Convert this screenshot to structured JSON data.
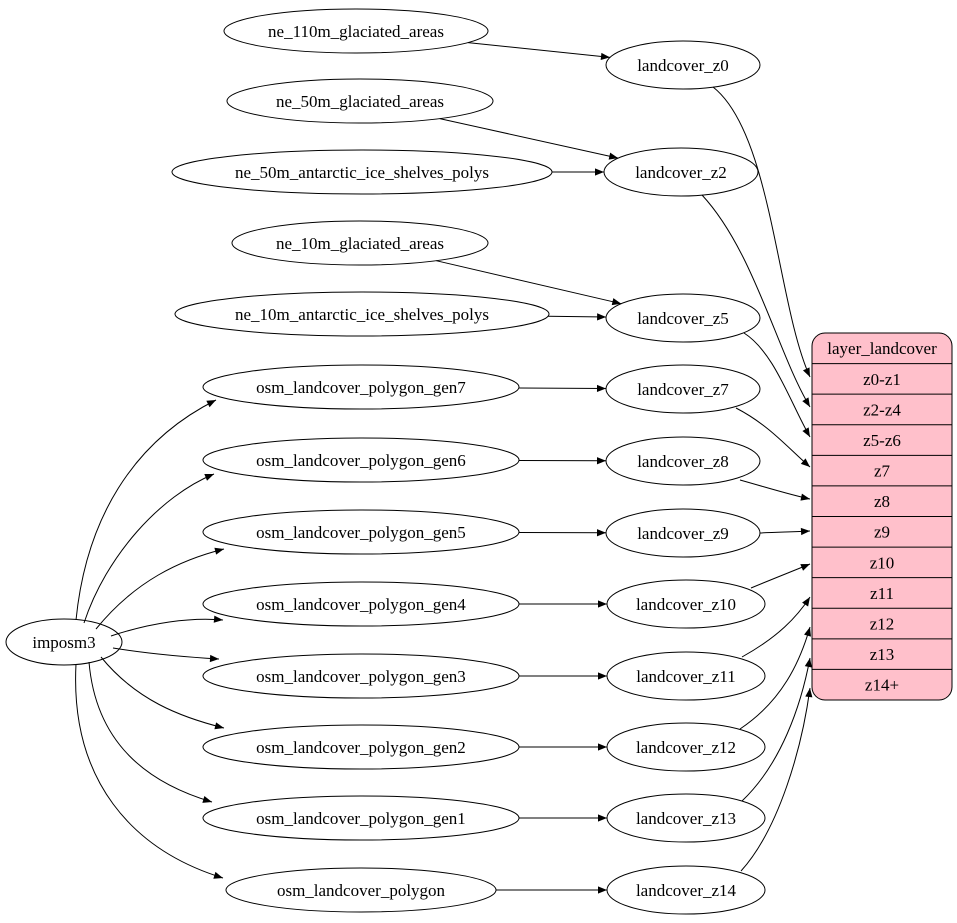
{
  "diagram": {
    "type": "graphviz-digraph",
    "background": "#ffffff",
    "colors": {
      "node_fill": "#ffffff",
      "node_stroke": "#000000",
      "edge": "#000000",
      "table_fill": "#ffc0cb",
      "text": "#000000"
    },
    "nodes": [
      {
        "id": "imposm3",
        "label": "imposm3"
      },
      {
        "id": "ne_110m_glaciated_areas",
        "label": "ne_110m_glaciated_areas"
      },
      {
        "id": "ne_50m_glaciated_areas",
        "label": "ne_50m_glaciated_areas"
      },
      {
        "id": "ne_50m_antarctic_ice_shelves_polys",
        "label": "ne_50m_antarctic_ice_shelves_polys"
      },
      {
        "id": "ne_10m_glaciated_areas",
        "label": "ne_10m_glaciated_areas"
      },
      {
        "id": "ne_10m_antarctic_ice_shelves_polys",
        "label": "ne_10m_antarctic_ice_shelves_polys"
      },
      {
        "id": "osm_landcover_polygon_gen7",
        "label": "osm_landcover_polygon_gen7"
      },
      {
        "id": "osm_landcover_polygon_gen6",
        "label": "osm_landcover_polygon_gen6"
      },
      {
        "id": "osm_landcover_polygon_gen5",
        "label": "osm_landcover_polygon_gen5"
      },
      {
        "id": "osm_landcover_polygon_gen4",
        "label": "osm_landcover_polygon_gen4"
      },
      {
        "id": "osm_landcover_polygon_gen3",
        "label": "osm_landcover_polygon_gen3"
      },
      {
        "id": "osm_landcover_polygon_gen2",
        "label": "osm_landcover_polygon_gen2"
      },
      {
        "id": "osm_landcover_polygon_gen1",
        "label": "osm_landcover_polygon_gen1"
      },
      {
        "id": "osm_landcover_polygon",
        "label": "osm_landcover_polygon"
      },
      {
        "id": "landcover_z0",
        "label": "landcover_z0"
      },
      {
        "id": "landcover_z2",
        "label": "landcover_z2"
      },
      {
        "id": "landcover_z5",
        "label": "landcover_z5"
      },
      {
        "id": "landcover_z7",
        "label": "landcover_z7"
      },
      {
        "id": "landcover_z8",
        "label": "landcover_z8"
      },
      {
        "id": "landcover_z9",
        "label": "landcover_z9"
      },
      {
        "id": "landcover_z10",
        "label": "landcover_z10"
      },
      {
        "id": "landcover_z11",
        "label": "landcover_z11"
      },
      {
        "id": "landcover_z12",
        "label": "landcover_z12"
      },
      {
        "id": "landcover_z13",
        "label": "landcover_z13"
      },
      {
        "id": "landcover_z14",
        "label": "landcover_z14"
      }
    ],
    "table": {
      "id": "layer_landcover",
      "title": "layer_landcover",
      "rows": [
        "z0-z1",
        "z2-z4",
        "z5-z6",
        "z7",
        "z8",
        "z9",
        "z10",
        "z11",
        "z12",
        "z13",
        "z14+"
      ]
    },
    "edges": [
      {
        "from": "ne_110m_glaciated_areas",
        "to": "landcover_z0"
      },
      {
        "from": "ne_50m_glaciated_areas",
        "to": "landcover_z2"
      },
      {
        "from": "ne_50m_antarctic_ice_shelves_polys",
        "to": "landcover_z2"
      },
      {
        "from": "ne_10m_glaciated_areas",
        "to": "landcover_z5"
      },
      {
        "from": "ne_10m_antarctic_ice_shelves_polys",
        "to": "landcover_z5"
      },
      {
        "from": "osm_landcover_polygon_gen7",
        "to": "landcover_z7"
      },
      {
        "from": "osm_landcover_polygon_gen6",
        "to": "landcover_z8"
      },
      {
        "from": "osm_landcover_polygon_gen5",
        "to": "landcover_z9"
      },
      {
        "from": "osm_landcover_polygon_gen4",
        "to": "landcover_z10"
      },
      {
        "from": "osm_landcover_polygon_gen3",
        "to": "landcover_z11"
      },
      {
        "from": "osm_landcover_polygon_gen2",
        "to": "landcover_z12"
      },
      {
        "from": "osm_landcover_polygon_gen1",
        "to": "landcover_z13"
      },
      {
        "from": "osm_landcover_polygon",
        "to": "landcover_z14"
      },
      {
        "from": "imposm3",
        "to": "osm_landcover_polygon_gen7"
      },
      {
        "from": "imposm3",
        "to": "osm_landcover_polygon_gen6"
      },
      {
        "from": "imposm3",
        "to": "osm_landcover_polygon_gen5"
      },
      {
        "from": "imposm3",
        "to": "osm_landcover_polygon_gen4"
      },
      {
        "from": "imposm3",
        "to": "osm_landcover_polygon_gen3"
      },
      {
        "from": "imposm3",
        "to": "osm_landcover_polygon_gen2"
      },
      {
        "from": "imposm3",
        "to": "osm_landcover_polygon_gen1"
      },
      {
        "from": "imposm3",
        "to": "osm_landcover_polygon"
      },
      {
        "from": "landcover_z0",
        "to": "layer_landcover",
        "row": "z0-z1"
      },
      {
        "from": "landcover_z2",
        "to": "layer_landcover",
        "row": "z2-z4"
      },
      {
        "from": "landcover_z5",
        "to": "layer_landcover",
        "row": "z5-z6"
      },
      {
        "from": "landcover_z7",
        "to": "layer_landcover",
        "row": "z7"
      },
      {
        "from": "landcover_z8",
        "to": "layer_landcover",
        "row": "z8"
      },
      {
        "from": "landcover_z9",
        "to": "layer_landcover",
        "row": "z9"
      },
      {
        "from": "landcover_z10",
        "to": "layer_landcover",
        "row": "z10"
      },
      {
        "from": "landcover_z11",
        "to": "layer_landcover",
        "row": "z11"
      },
      {
        "from": "landcover_z12",
        "to": "layer_landcover",
        "row": "z12"
      },
      {
        "from": "landcover_z13",
        "to": "layer_landcover",
        "row": "z13"
      },
      {
        "from": "landcover_z14",
        "to": "layer_landcover",
        "row": "z14+"
      }
    ]
  }
}
